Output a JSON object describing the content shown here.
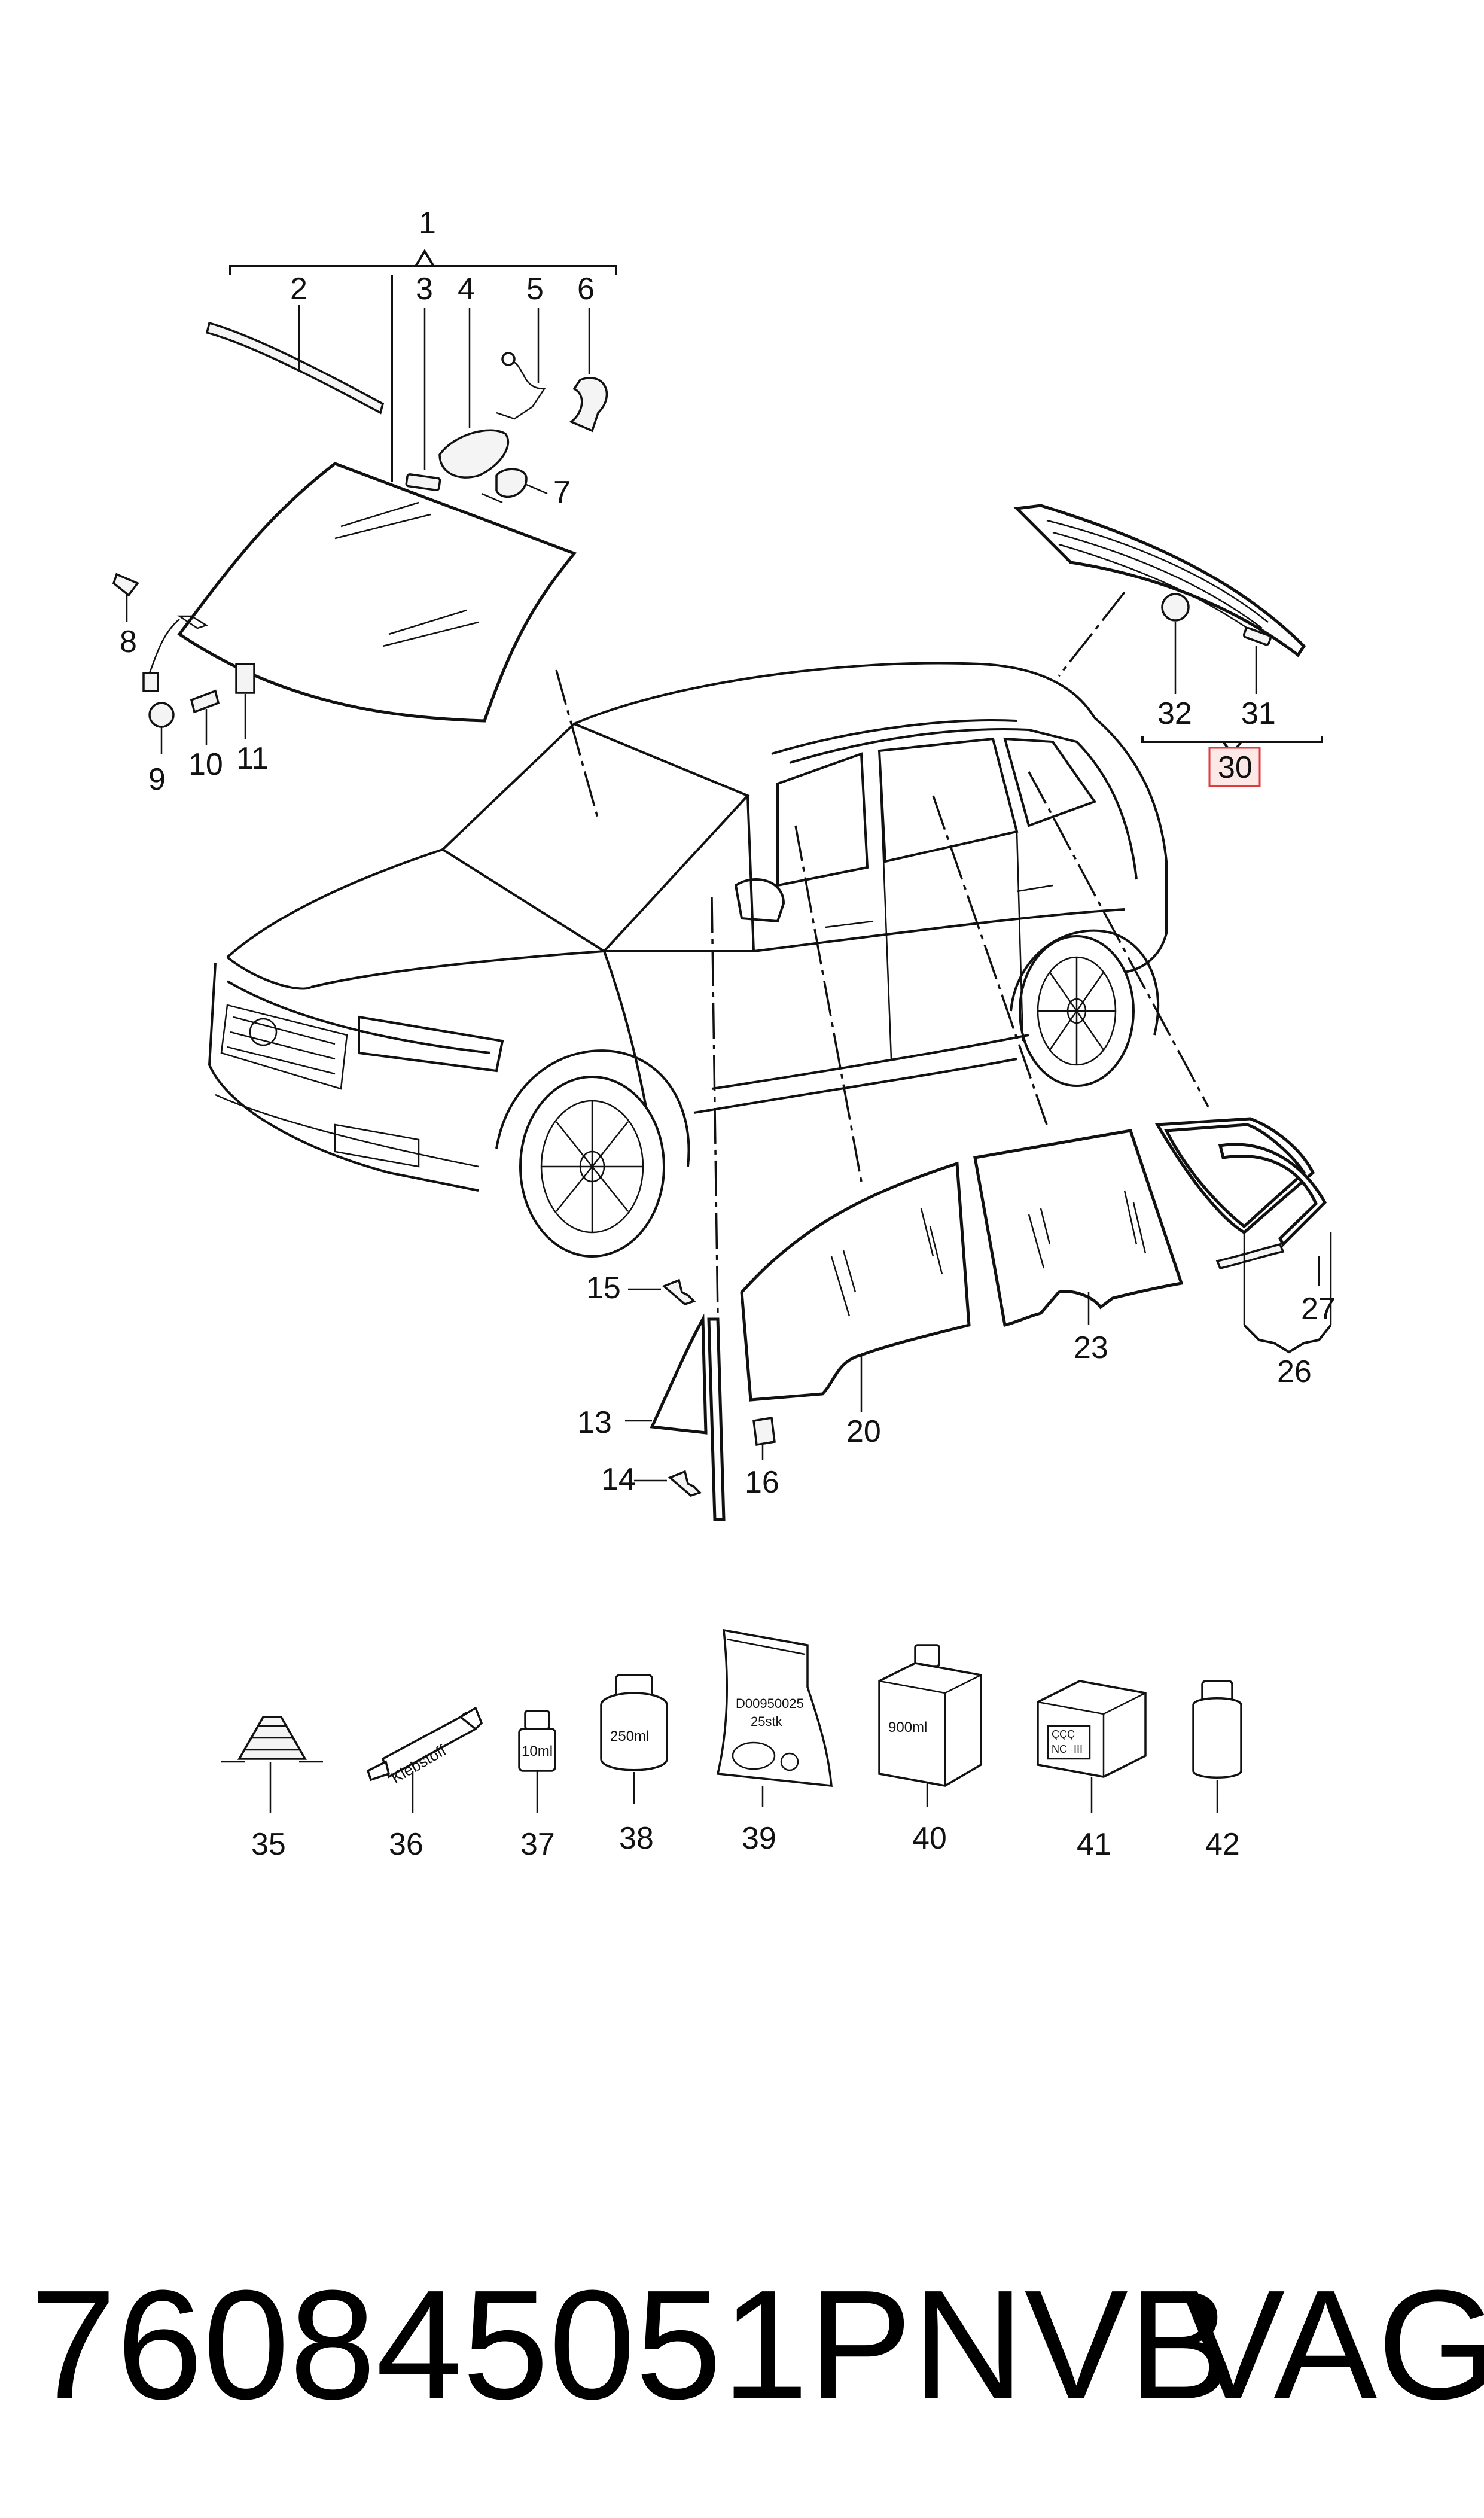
{
  "footer": {
    "part_number": "760845051PNVB",
    "brand": "VAG"
  },
  "callouts": {
    "c1": "1",
    "c2": "2",
    "c3": "3",
    "c4": "4",
    "c5": "5",
    "c6": "6",
    "c7": "7",
    "c8": "8",
    "c9": "9",
    "c10": "10",
    "c11": "11",
    "c13": "13",
    "c14": "14",
    "c15": "15",
    "c16": "16",
    "c20": "20",
    "c23": "23",
    "c26": "26",
    "c27": "27",
    "c30": "30",
    "c31": "31",
    "c32": "32",
    "c35": "35",
    "c36": "36",
    "c37": "37",
    "c38": "38",
    "c39": "39",
    "c40": "40",
    "c41": "41",
    "c42": "42"
  },
  "product_labels": {
    "tube": "Klebstoff",
    "bottle_small": "10ml",
    "can": "250ml",
    "kit_code": "D00950025",
    "kit_qty": "25stk",
    "canister": "900ml",
    "box_line1": "ÇÇÇ",
    "box_line2": "NC",
    "box_line3": "III"
  },
  "colors": {
    "highlight": "#e23a3a",
    "highlight_fill": "#fde8e8",
    "ink": "#111111"
  }
}
